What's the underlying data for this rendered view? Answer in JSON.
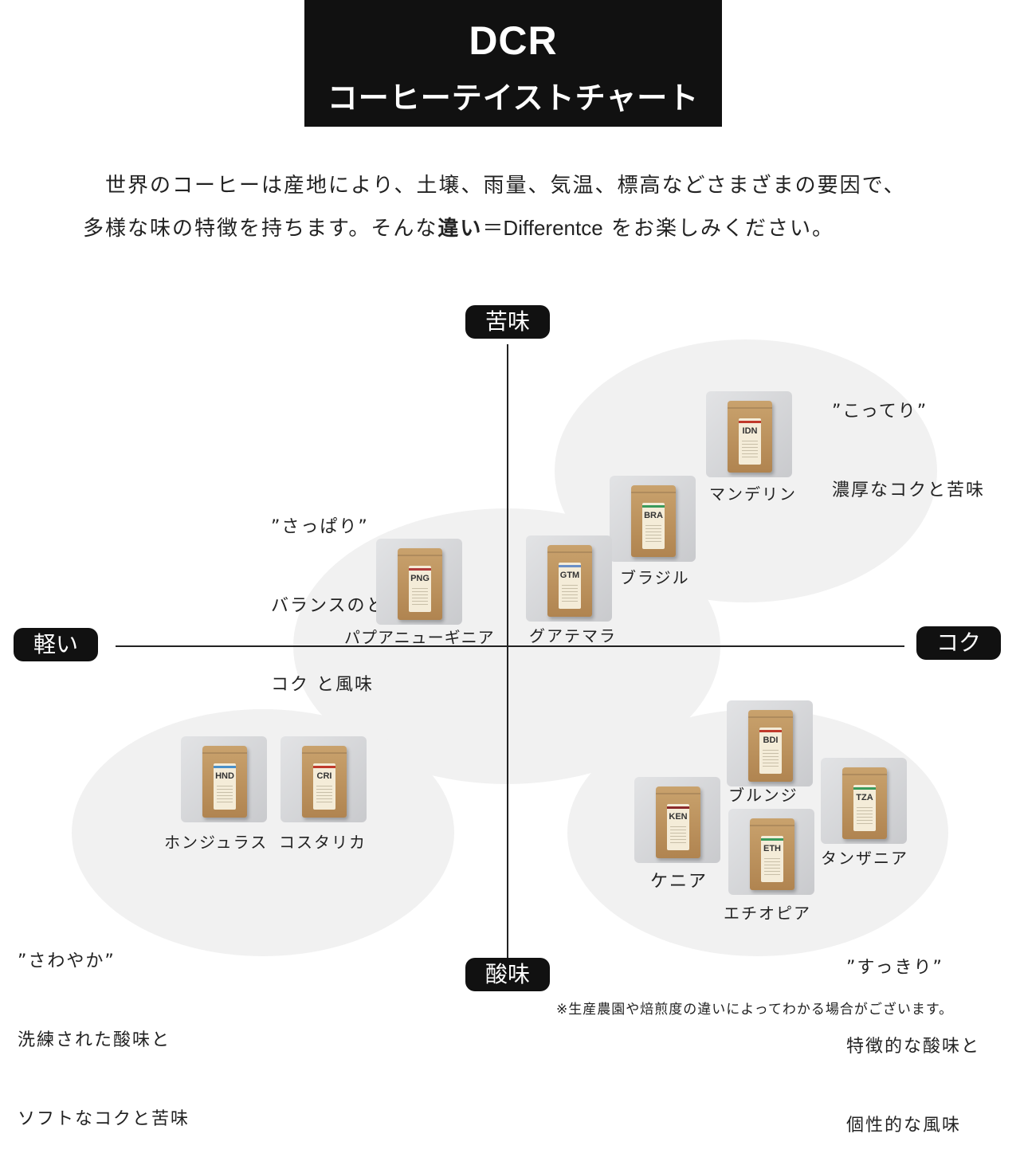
{
  "header": {
    "title": "DCR",
    "subtitle": "コーヒーテイストチャート"
  },
  "intro": {
    "line1": "世界のコーヒーは産地により、土壌、雨量、気温、標高などさまざまの要因で、",
    "line2_pre": "多様な味の特徴を持ちます。そんな",
    "line2_strong": "違い",
    "line2_diff": "＝Differentce",
    "line2_post": "をお楽しみください。"
  },
  "axes": {
    "top": "苦味",
    "bottom": "酸味",
    "left": "軽い",
    "right": "コク"
  },
  "groups": {
    "kotteri": {
      "line1": "”こってり”",
      "line2": "濃厚なコクと苦味"
    },
    "sappari": {
      "line1": "”さっぱり”",
      "line2": "バランスのとれた",
      "line3": "コク と風味"
    },
    "sawayaka": {
      "line1": "”さわやか”",
      "line2": "洗練された酸味と",
      "line3": "ソフトなコクと苦味"
    },
    "sukkiri": {
      "line1": "”すっきり”",
      "line2": "特徴的な酸味と",
      "line3": "個性的な風味"
    }
  },
  "coffees": {
    "idn": {
      "code": "IDN",
      "name": "マンデリン",
      "stripe": "#c0392b"
    },
    "bra": {
      "code": "BRA",
      "name": "ブラジル",
      "stripe": "#3a9a5b"
    },
    "gtm": {
      "code": "GTM",
      "name": "グアテマラ",
      "stripe": "#6a8fc7"
    },
    "png": {
      "code": "PNG",
      "name": "パプアニューギニア",
      "stripe": "#b03a3a"
    },
    "hnd": {
      "code": "HND",
      "name": "ホンジュラス",
      "stripe": "#4a90c8"
    },
    "cri": {
      "code": "CRI",
      "name": "コスタリカ",
      "stripe": "#c0392b"
    },
    "bdi": {
      "code": "BDI",
      "name": "ブルンジ",
      "stripe": "#c0392b"
    },
    "tza": {
      "code": "TZA",
      "name": "タンザニア",
      "stripe": "#3a9a5b"
    },
    "ken": {
      "code": "KEN",
      "name": "ケニア",
      "stripe": "#8b2a2a"
    },
    "eth": {
      "code": "ETH",
      "name": "エチオピア",
      "stripe": "#3a9a5b"
    }
  },
  "footnote": "※生産農園や焙煎度の違いによってわかる場合がございます。",
  "colors": {
    "black": "#111111",
    "blob": "#f1f1f1",
    "kraft": "#b08450"
  }
}
